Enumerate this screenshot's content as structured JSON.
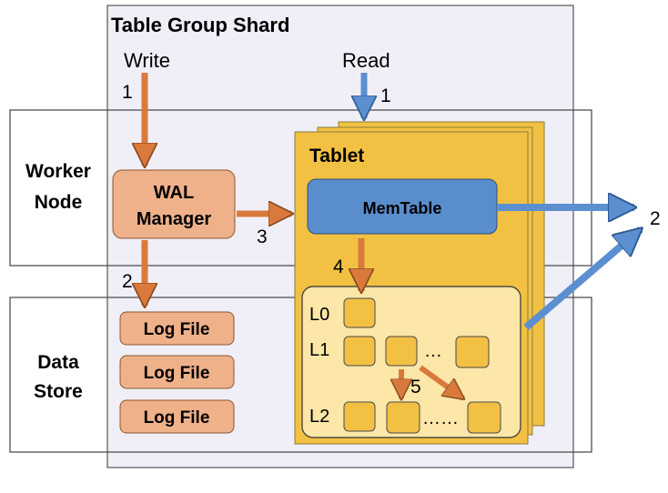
{
  "shard": {
    "title": "Table Group Shard"
  },
  "flow": {
    "write_label": "Write",
    "read_label": "Read",
    "step1_write": "1",
    "step1_read": "1",
    "step2_flush": "2",
    "step2_read": "2",
    "step3": "3",
    "step4": "4",
    "step5": "5"
  },
  "worker_node": {
    "line1": "Worker",
    "line2": "Node"
  },
  "data_store": {
    "line1": "Data",
    "line2": "Store"
  },
  "wal_manager": {
    "line1": "WAL",
    "line2": "Manager"
  },
  "log_files": [
    "Log File",
    "Log File",
    "Log File"
  ],
  "tablet": {
    "title": "Tablet",
    "memtable": "MemTable",
    "levels": [
      "L0",
      "L1",
      "L2"
    ],
    "ellipsis_l1": "…",
    "ellipsis_l2": "……"
  },
  "colors": {
    "shard_bg": "#f0eff7",
    "wal_fill": "#efb18a",
    "orange_arrow": "#d97a3c",
    "blue_arrow": "#5b8fd0",
    "memtable_fill": "#5a8dcb",
    "tablet_fill": "#f2c143",
    "lsm_fill": "#fce6a8",
    "sstable_fill": "#f2c143"
  }
}
